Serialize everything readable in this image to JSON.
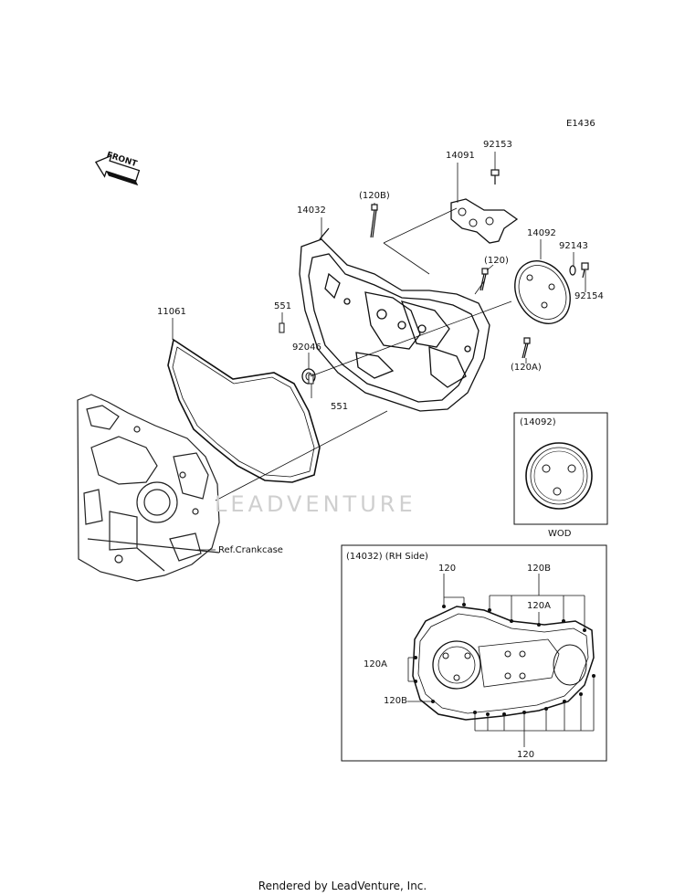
{
  "diagram_code": "E1436",
  "front_label": "FRONT",
  "callouts": {
    "p92153": "92153",
    "p14091": "14091",
    "p120B": "(120B)",
    "p14032": "14032",
    "p14092": "14092",
    "p92143": "92143",
    "p120": "(120)",
    "p92154": "92154",
    "p11061": "11061",
    "p551_top": "551",
    "p92046": "92046",
    "p120A": "(120A)",
    "p551_bottom": "551",
    "ref_crankcase": "Ref.Crankcase"
  },
  "inset_wod": {
    "title": "(14092)",
    "caption": "WOD"
  },
  "inset_rh": {
    "title": "(14032)  (RH Side)",
    "l120_top": "120",
    "l120B_top": "120B",
    "l120A_top": "120A",
    "l120A_left": "120A",
    "l120B_left": "120B",
    "l120_bottom": "120"
  },
  "watermark": "LEADVENTURE",
  "footer": "Rendered by LeadVenture, Inc."
}
